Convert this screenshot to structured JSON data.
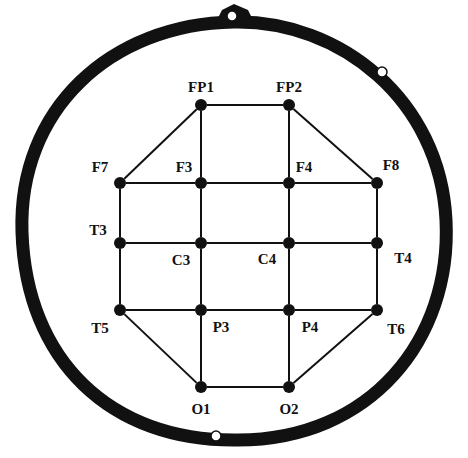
{
  "diagram": {
    "nodes": [
      {
        "text": [
          "FP1"
        ]
      },
      {
        "text": [
          "FP2"
        ]
      },
      {
        "text": [
          "F7"
        ]
      },
      {
        "text": [
          "F3"
        ]
      },
      {
        "text": [
          "F4"
        ]
      },
      {
        "text": [
          "F8"
        ]
      },
      {
        "text": [
          "T3"
        ]
      },
      {
        "text": [
          "C3"
        ]
      },
      {
        "text": [
          "C4"
        ]
      },
      {
        "text": [
          "T4"
        ]
      },
      {
        "text": [
          "T5"
        ]
      },
      {
        "text": [
          "P3"
        ]
      },
      {
        "text": [
          "P4"
        ]
      },
      {
        "text": [
          "T6"
        ]
      },
      {
        "text": [
          "O1"
        ]
      },
      {
        "text": [
          "O2"
        ]
      }
    ],
    "edges": [
      {
        "from": 0,
        "to": 1,
        "arrow": "none"
      },
      {
        "from": 0,
        "to": 2,
        "arrow": "none"
      },
      {
        "from": 0,
        "to": 3,
        "arrow": "none"
      },
      {
        "from": 1,
        "to": 4,
        "arrow": "none"
      },
      {
        "from": 1,
        "to": 5,
        "arrow": "none"
      },
      {
        "from": 2,
        "to": 3,
        "arrow": "none"
      },
      {
        "from": 3,
        "to": 4,
        "arrow": "none"
      },
      {
        "from": 4,
        "to": 5,
        "arrow": "none"
      },
      {
        "from": 2,
        "to": 6,
        "arrow": "none"
      },
      {
        "from": 3,
        "to": 7,
        "arrow": "none"
      },
      {
        "from": 4,
        "to": 8,
        "arrow": "none"
      },
      {
        "from": 5,
        "to": 9,
        "arrow": "none"
      },
      {
        "from": 6,
        "to": 7,
        "arrow": "none"
      },
      {
        "from": 7,
        "to": 8,
        "arrow": "none"
      },
      {
        "from": 8,
        "to": 9,
        "arrow": "none"
      },
      {
        "from": 6,
        "to": 10,
        "arrow": "none"
      },
      {
        "from": 7,
        "to": 11,
        "arrow": "none"
      },
      {
        "from": 8,
        "to": 12,
        "arrow": "none"
      },
      {
        "from": 9,
        "to": 13,
        "arrow": "none"
      },
      {
        "from": 10,
        "to": 11,
        "arrow": "none"
      },
      {
        "from": 11,
        "to": 12,
        "arrow": "none"
      },
      {
        "from": 12,
        "to": 13,
        "arrow": "none"
      },
      {
        "from": 10,
        "to": 14,
        "arrow": "none"
      },
      {
        "from": 11,
        "to": 14,
        "arrow": "none"
      },
      {
        "from": 12,
        "to": 15,
        "arrow": "none"
      },
      {
        "from": 13,
        "to": 15,
        "arrow": "none"
      },
      {
        "from": 14,
        "to": 15,
        "arrow": "none"
      }
    ]
  }
}
